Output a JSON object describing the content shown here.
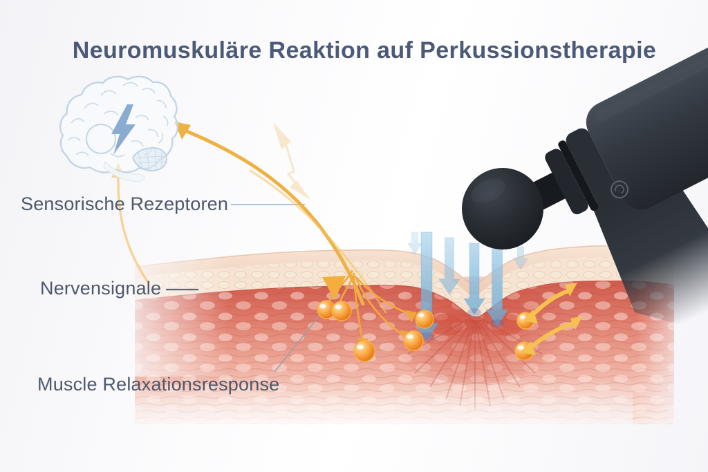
{
  "title": {
    "text": "Neuromuskuläre Reaktion auf Perkussionstherapie"
  },
  "labels": {
    "sensory_receptors": "Sensorische Rezeptoren",
    "nerve_signals": "Nervensignale",
    "muscle_relaxation": "Muscle Relaxationsresponse"
  },
  "icons": {
    "brain": "brain-icon",
    "lightning_bolt": "lightning-bolt-icon",
    "massage_gun": "massage-gun-icon",
    "ball_head": "ball-head-icon",
    "receptor": "receptor-sphere-icon",
    "percussion_force": "down-arrow-icon",
    "nerve_signal_path": "curved-arrow-icon",
    "relaxation_motion": "double-curved-arrow-icon"
  },
  "colors": {
    "title_text": "#4b5a77",
    "label_text": "#4d586b",
    "nerve_yellow": "#f2b64b",
    "percussion_blue": "#7db9dd",
    "receptor_orange": "#ee8c1f",
    "muscle_red": "#d96a5c",
    "skin_tone": "#f2d3bd",
    "device_gray": "#2e343b",
    "brain_outline": "#c3d5e4"
  }
}
